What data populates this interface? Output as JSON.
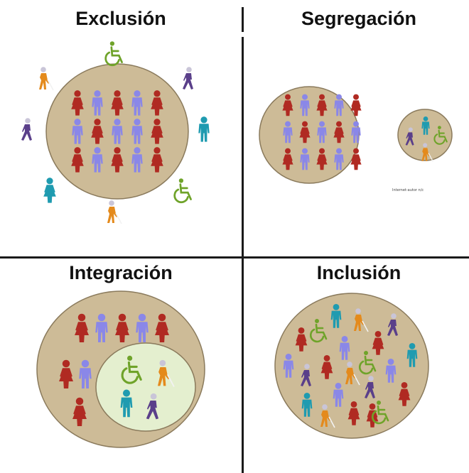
{
  "quadrants": [
    {
      "key": "exclusion",
      "title": "Exclusión"
    },
    {
      "key": "segregation",
      "title": "Segregación",
      "credit": "Internet-autor n/c"
    },
    {
      "key": "integration",
      "title": "Integración"
    },
    {
      "key": "inclusion",
      "title": "Inclusión"
    }
  ],
  "colors": {
    "circle_fill": "#cdbb97",
    "circle_stroke": "#8a7a5c",
    "inner_circle_fill": "#e4efcf",
    "person_red": "#b02a22",
    "person_blue": "#8a87e8",
    "person_teal": "#1f9bb0",
    "person_purple": "#5a3f8a",
    "person_orange": "#e48a1c",
    "wheelchair_green": "#6fa32a",
    "divider": "#1a1a1a"
  },
  "icon_types": [
    "woman-figure",
    "man-figure",
    "wheelchair-icon",
    "blind-person-cane-icon",
    "walking-person-icon"
  ]
}
